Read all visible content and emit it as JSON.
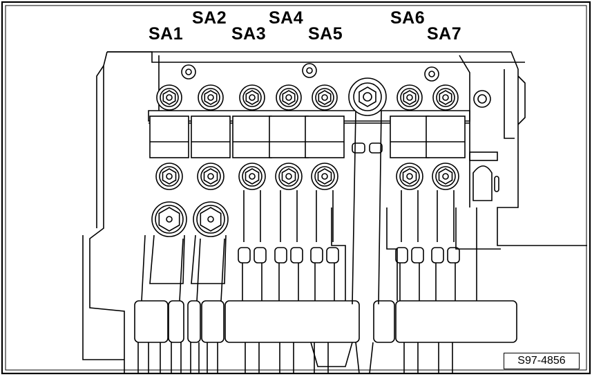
{
  "figure": {
    "labels": [
      {
        "id": "sa1",
        "text": "SA1"
      },
      {
        "id": "sa2",
        "text": "SA2"
      },
      {
        "id": "sa3",
        "text": "SA3"
      },
      {
        "id": "sa4",
        "text": "SA4"
      },
      {
        "id": "sa5",
        "text": "SA5"
      },
      {
        "id": "sa6",
        "text": "SA6"
      },
      {
        "id": "sa7",
        "text": "SA7"
      }
    ],
    "reference": "S97-4856",
    "colors": {
      "line": "#000000",
      "background": "#ffffff",
      "shade": "#e9e9e9"
    }
  }
}
